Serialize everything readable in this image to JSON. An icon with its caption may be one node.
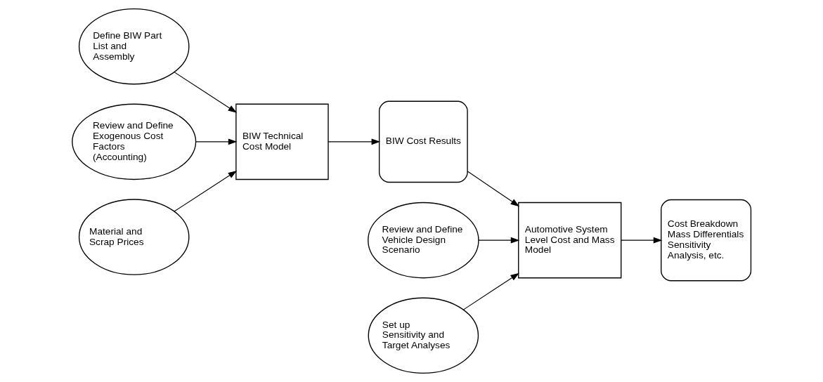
{
  "diagram": {
    "nodes": [
      {
        "text": [
          "Define BIW Part List and Assembly"
        ]
      },
      {
        "text": [
          "Review and Define Exogenous Cost Factors (Accounting)"
        ]
      },
      {
        "text": [
          "Material and Scrap Prices"
        ]
      },
      {
        "text": [
          "BIW Technical Cost Model"
        ]
      },
      {
        "text": [
          "BIW Cost Results"
        ]
      },
      {
        "text": [
          "Review and Define Vehicle Design Scenario"
        ]
      },
      {
        "text": [
          "Set up Sensitivity and Target Analyses"
        ]
      },
      {
        "text": [
          "Automotive System Level Cost and Mass Model"
        ]
      },
      {
        "text": [
          "Cost Breakdown Mass Differentials Sensitivity Analysis, etc."
        ]
      }
    ],
    "edges": [
      {
        "from": 0,
        "to": 3,
        "arrow": "to"
      },
      {
        "from": 1,
        "to": 3,
        "arrow": "to"
      },
      {
        "from": 2,
        "to": 3,
        "arrow": "to"
      },
      {
        "from": 3,
        "to": 4,
        "arrow": "to"
      },
      {
        "from": 4,
        "to": 7,
        "arrow": "to"
      },
      {
        "from": 5,
        "to": 7,
        "arrow": "to"
      },
      {
        "from": 6,
        "to": 7,
        "arrow": "to"
      },
      {
        "from": 7,
        "to": 8,
        "arrow": "to"
      }
    ]
  }
}
